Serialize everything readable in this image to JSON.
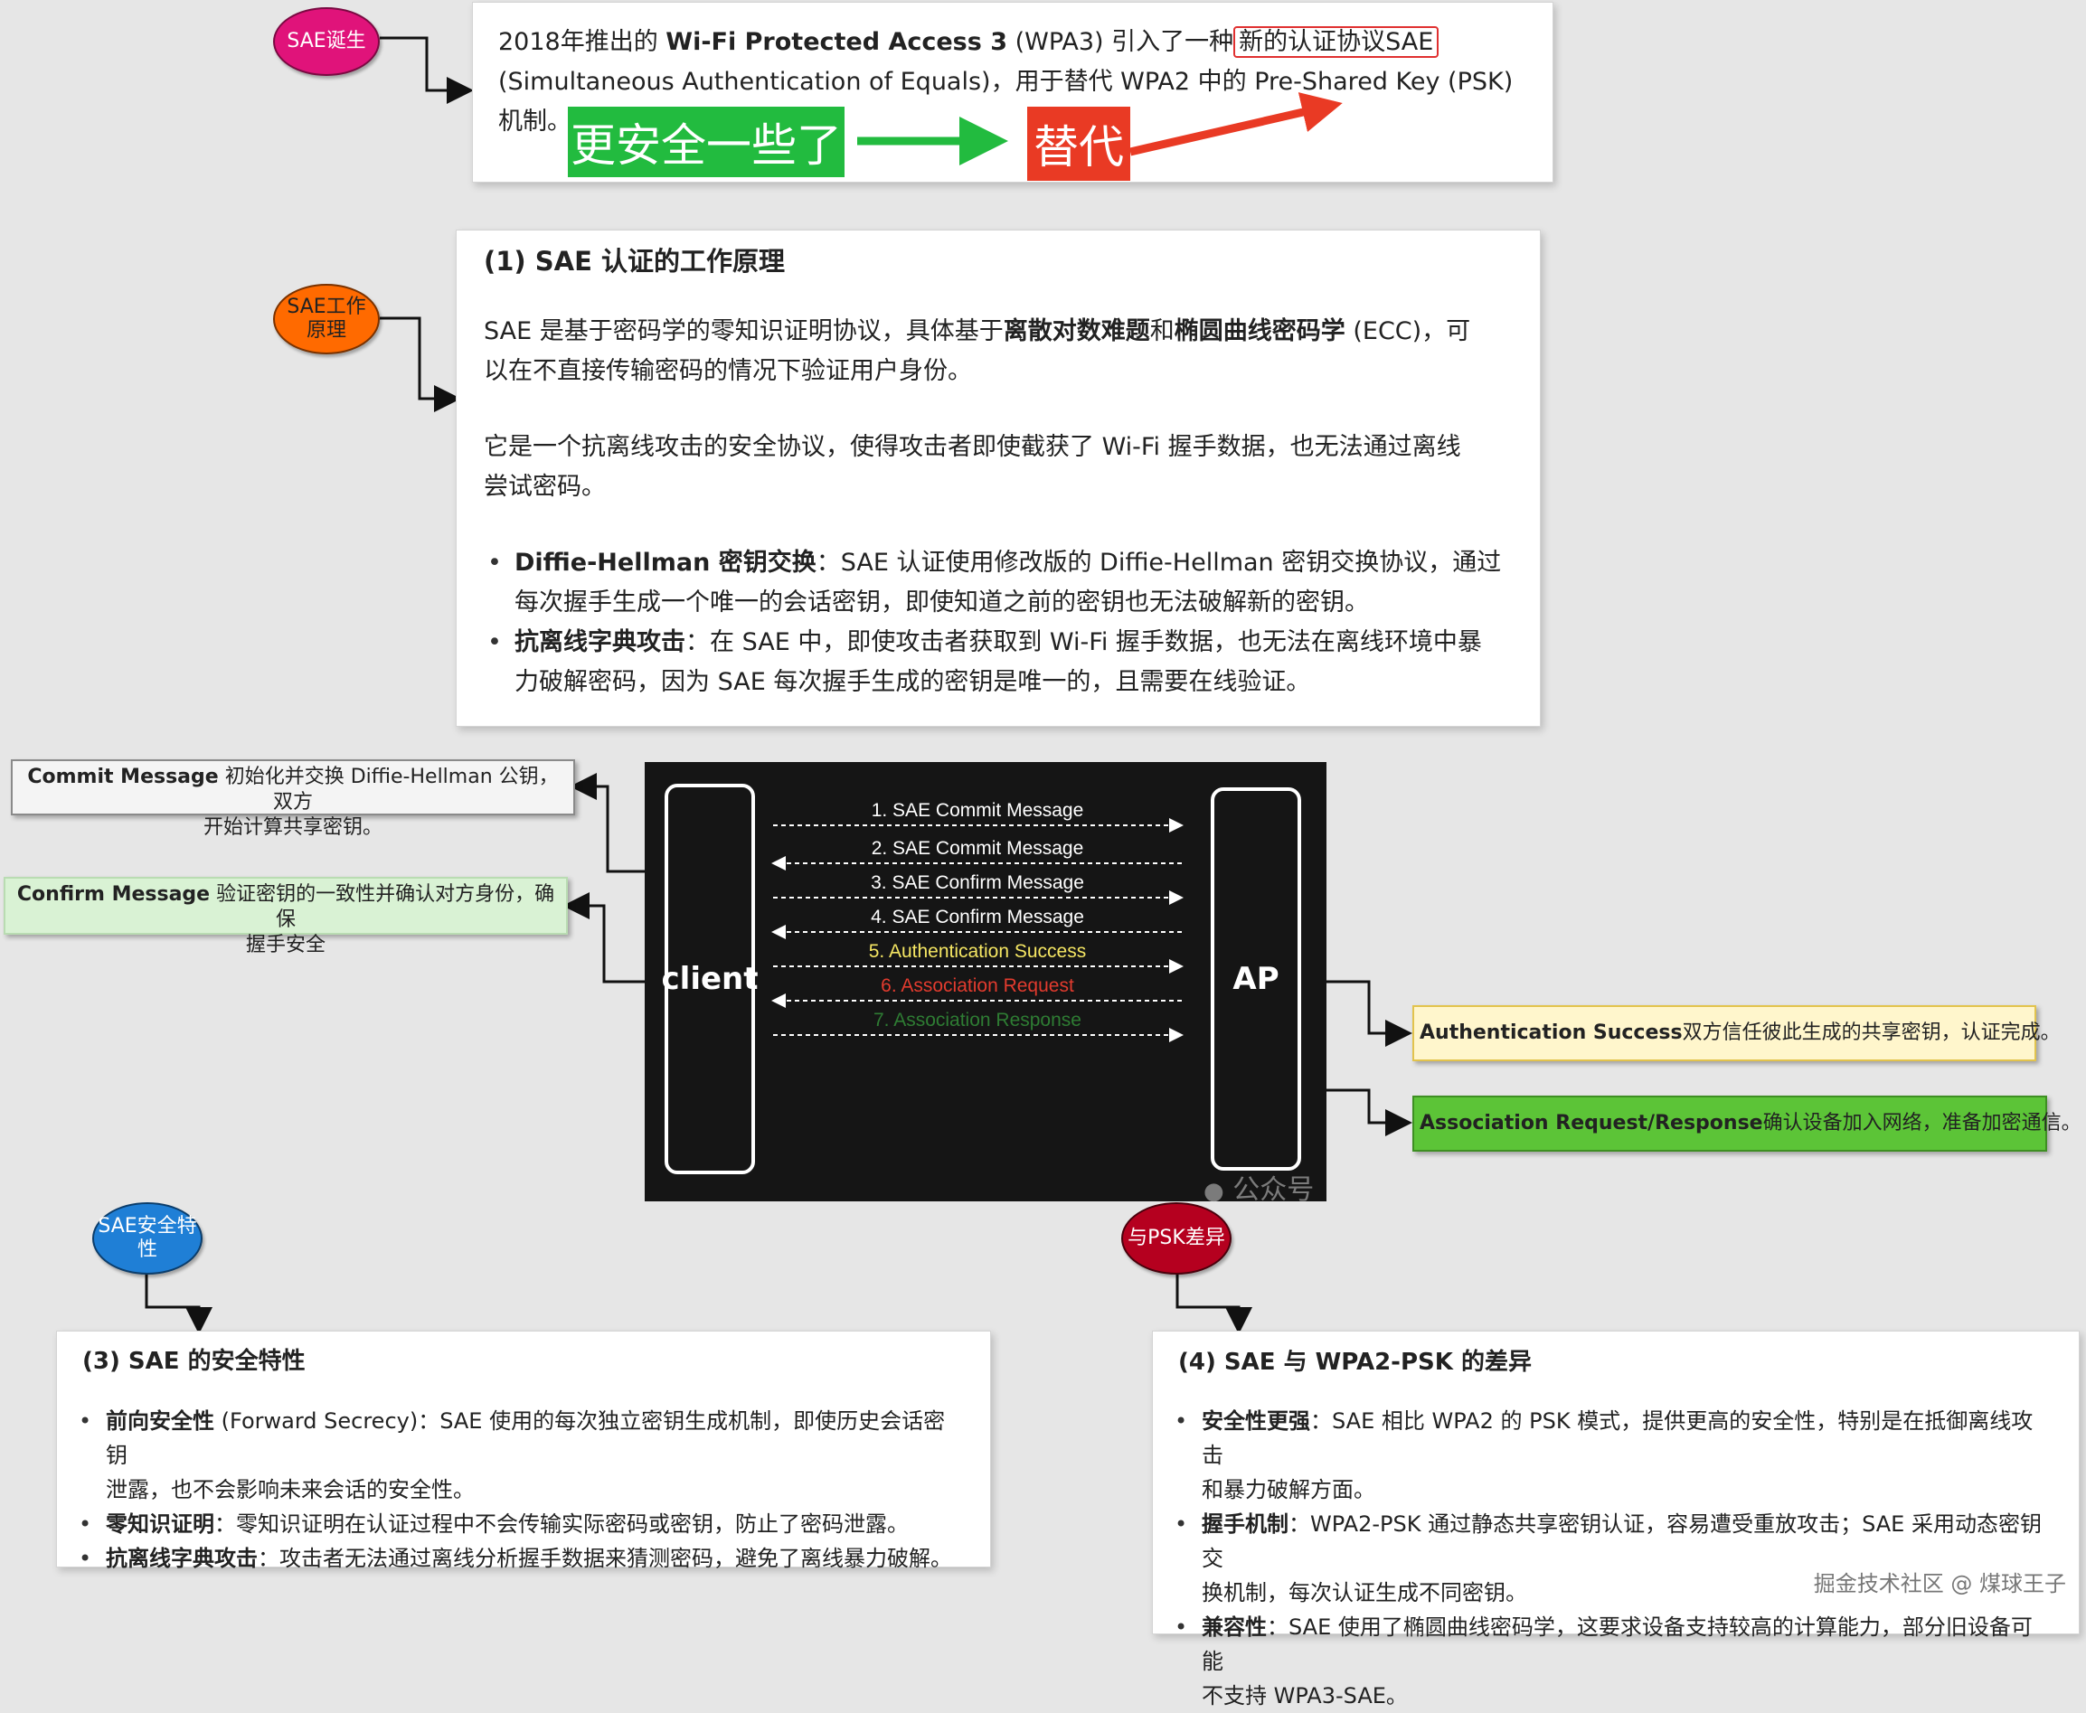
{
  "tags": {
    "birth": "SAE诞生",
    "principle_l1": "SAE工作",
    "principle_l2": "原理",
    "security_l1": "SAE安全特",
    "security_l2": "性",
    "diff": "与PSK差异"
  },
  "intro": {
    "t1": "2018年推出的 ",
    "t2": "Wi-Fi Protected Access 3",
    "t3": " (WPA3) 引入了一种",
    "t4": "新的认证协议SAE",
    "line2": "(Simultaneous Authentication of Equals)，用于替代 WPA2 中的 Pre-Shared Key (PSK)",
    "line3": "机制。",
    "green_label": "更安全一些了",
    "red_label": "替代"
  },
  "principle": {
    "heading": "(1) SAE 认证的工作原理",
    "p1a": "SAE 是基于密码学的零知识证明协议，具体基于",
    "p1b": "离散对数难题",
    "p1c": "和",
    "p1d": "椭圆曲线密码学",
    "p1e": " (ECC)，可",
    "p1f": "以在不直接传输密码的情况下验证用户身份。",
    "p2a": "它是一个抗离线攻击的安全协议，使得攻击者即使截获了 Wi-Fi 握手数据，也无法通过离线",
    "p2b": "尝试密码。",
    "b1_title": "Diffie-Hellman 密钥交换",
    "b1_a": "：SAE 认证使用修改版的 Diffie-Hellman 密钥交换协议，通过",
    "b1_b": "每次握手生成一个唯一的会话密钥，即使知道之前的密钥也无法破解新的密钥。",
    "b2_title": "抗离线字典攻击",
    "b2_a": "：在 SAE 中，即使攻击者获取到 Wi-Fi 握手数据，也无法在离线环境中暴",
    "b2_b": "力破解密码，因为 SAE 每次握手生成的密钥是唯一的，且需要在线验证。"
  },
  "flow": {
    "client": "client",
    "ap": "AP",
    "watermark": "公众号",
    "messages": [
      "1. SAE Commit Message",
      "2. SAE Commit Message",
      "3. SAE Confirm Message",
      "4. SAE Confirm Message",
      "5. Authentication Success",
      "6. Association Request",
      "7. Association Response"
    ]
  },
  "annotations": {
    "commit_title": "Commit Message",
    "commit_a": " 初始化并交换 Diffie-Hellman 公钥，双方",
    "commit_b": "开始计算共享密钥。",
    "confirm_title": "Confirm Message",
    "confirm_a": " 验证密钥的一致性并确认对方身份，确保",
    "confirm_b": "握手安全",
    "auth_title": "Authentication Success",
    "auth_text": " 双方信任彼此生成的共享密钥，认证完成。",
    "assoc_title": "Association Request/Response",
    "assoc_text": " 确认设备加入网络，准备加密通信。"
  },
  "security": {
    "heading": "(3) SAE 的安全特性",
    "i1_title": "前向安全性",
    "i1_a": " (Forward Secrecy)：SAE 使用的每次独立密钥生成机制，即使历史会话密钥",
    "i1_b": "泄露，也不会影响未来会话的安全性。",
    "i2_title": "零知识证明",
    "i2_a": "：零知识证明在认证过程中不会传输实际密码或密钥，防止了密码泄露。",
    "i3_title": "抗离线字典攻击",
    "i3_a": "：攻击者无法通过离线分析握手数据来猜测密码，避免了离线暴力破解。"
  },
  "diff": {
    "heading": "(4) SAE 与 WPA2-PSK 的差异",
    "i1_title": "安全性更强",
    "i1_a": "：SAE 相比 WPA2 的 PSK 模式，提供更高的安全性，特别是在抵御离线攻击",
    "i1_b": "和暴力破解方面。",
    "i2_title": "握手机制",
    "i2_a": "：WPA2-PSK 通过静态共享密钥认证，容易遭受重放攻击；SAE 采用动态密钥交",
    "i2_b": "换机制，每次认证生成不同密钥。",
    "i3_title": "兼容性",
    "i3_a": "：SAE 使用了椭圆曲线密码学，这要求设备支持较高的计算能力，部分旧设备可能",
    "i3_b": "不支持 WPA3-SAE。"
  },
  "footer_watermark": "掘金技术社区 @ 煤球王子",
  "colors": {
    "birth": "#e0137a",
    "principle": "#ff6a00",
    "security": "#1f7fd6",
    "diff": "#b5001f",
    "green": "#22bb3f",
    "red_label": "#e93a24",
    "commit_bg": "#f4f4f4",
    "confirm_bg": "#d9f2d4",
    "auth_bg": "#fff6cc",
    "assoc_bg": "#5cc437"
  }
}
